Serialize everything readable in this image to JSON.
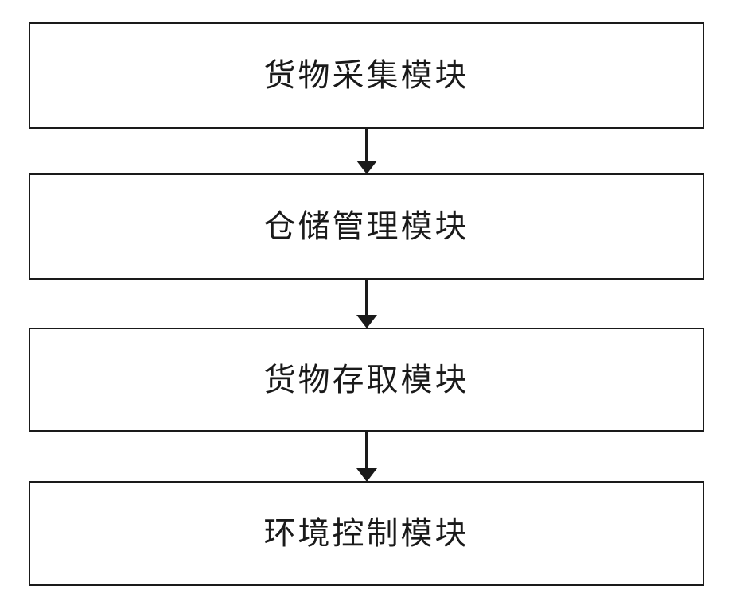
{
  "diagram": {
    "type": "flowchart",
    "direction": "top-down",
    "modules": [
      {
        "id": "cargo-collection",
        "label": "货物采集模块"
      },
      {
        "id": "warehouse-management",
        "label": "仓储管理模块"
      },
      {
        "id": "cargo-access",
        "label": "货物存取模块"
      },
      {
        "id": "environment-control",
        "label": "环境控制模块"
      }
    ],
    "connections": [
      {
        "from": "货物采集模块",
        "to": "仓储管理模块",
        "style": "arrow-down"
      },
      {
        "from": "仓储管理模块",
        "to": "货物存取模块",
        "style": "arrow-down"
      },
      {
        "from": "货物存取模块",
        "to": "环境控制模块",
        "style": "arrow-down"
      }
    ],
    "colors": {
      "border": "#1a1a1a",
      "text": "#1a1a1a",
      "background": "#ffffff"
    }
  }
}
